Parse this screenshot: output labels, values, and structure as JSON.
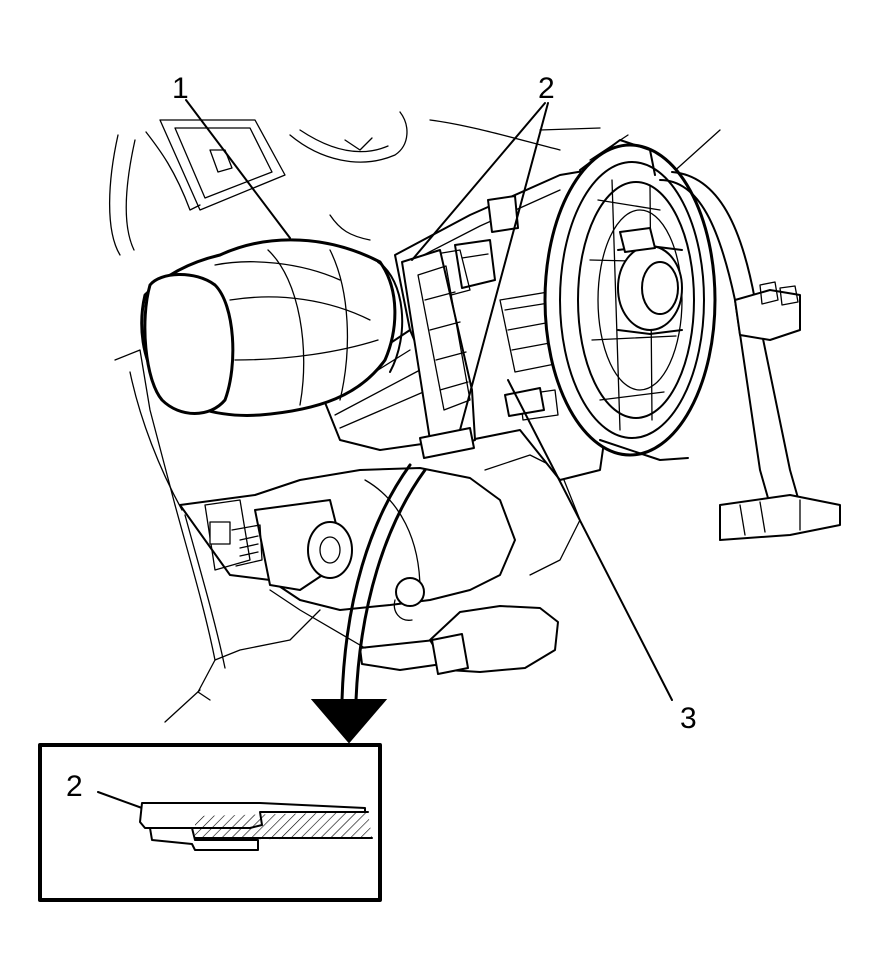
{
  "callouts": {
    "c1": "1",
    "c2": "2",
    "c3": "3",
    "inset_c2": "2"
  },
  "colors": {
    "line": "#000000",
    "background": "#ffffff"
  }
}
